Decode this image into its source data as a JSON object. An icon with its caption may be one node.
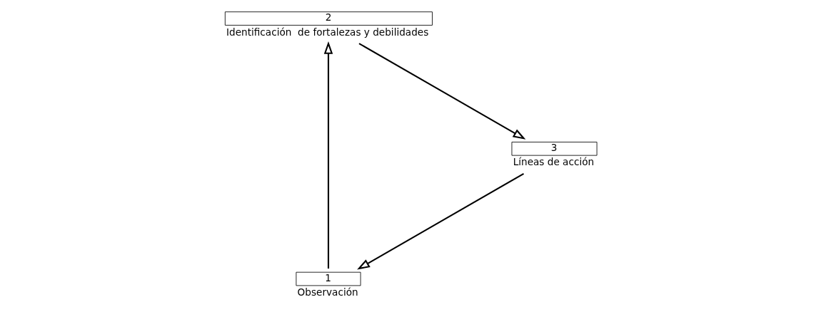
{
  "diagram": {
    "nodes": [
      {
        "text": [
          "1",
          "Observación"
        ]
      },
      {
        "text": [
          "2",
          "Identificación  de fortalezas y debilidades"
        ]
      },
      {
        "text": [
          "3",
          "Líneas de acción"
        ]
      }
    ],
    "edges": [
      {
        "from": 0,
        "to": 1,
        "arrow": "to"
      },
      {
        "from": 1,
        "to": 2,
        "arrow": "to"
      },
      {
        "from": 2,
        "to": 0,
        "arrow": "to"
      }
    ]
  }
}
